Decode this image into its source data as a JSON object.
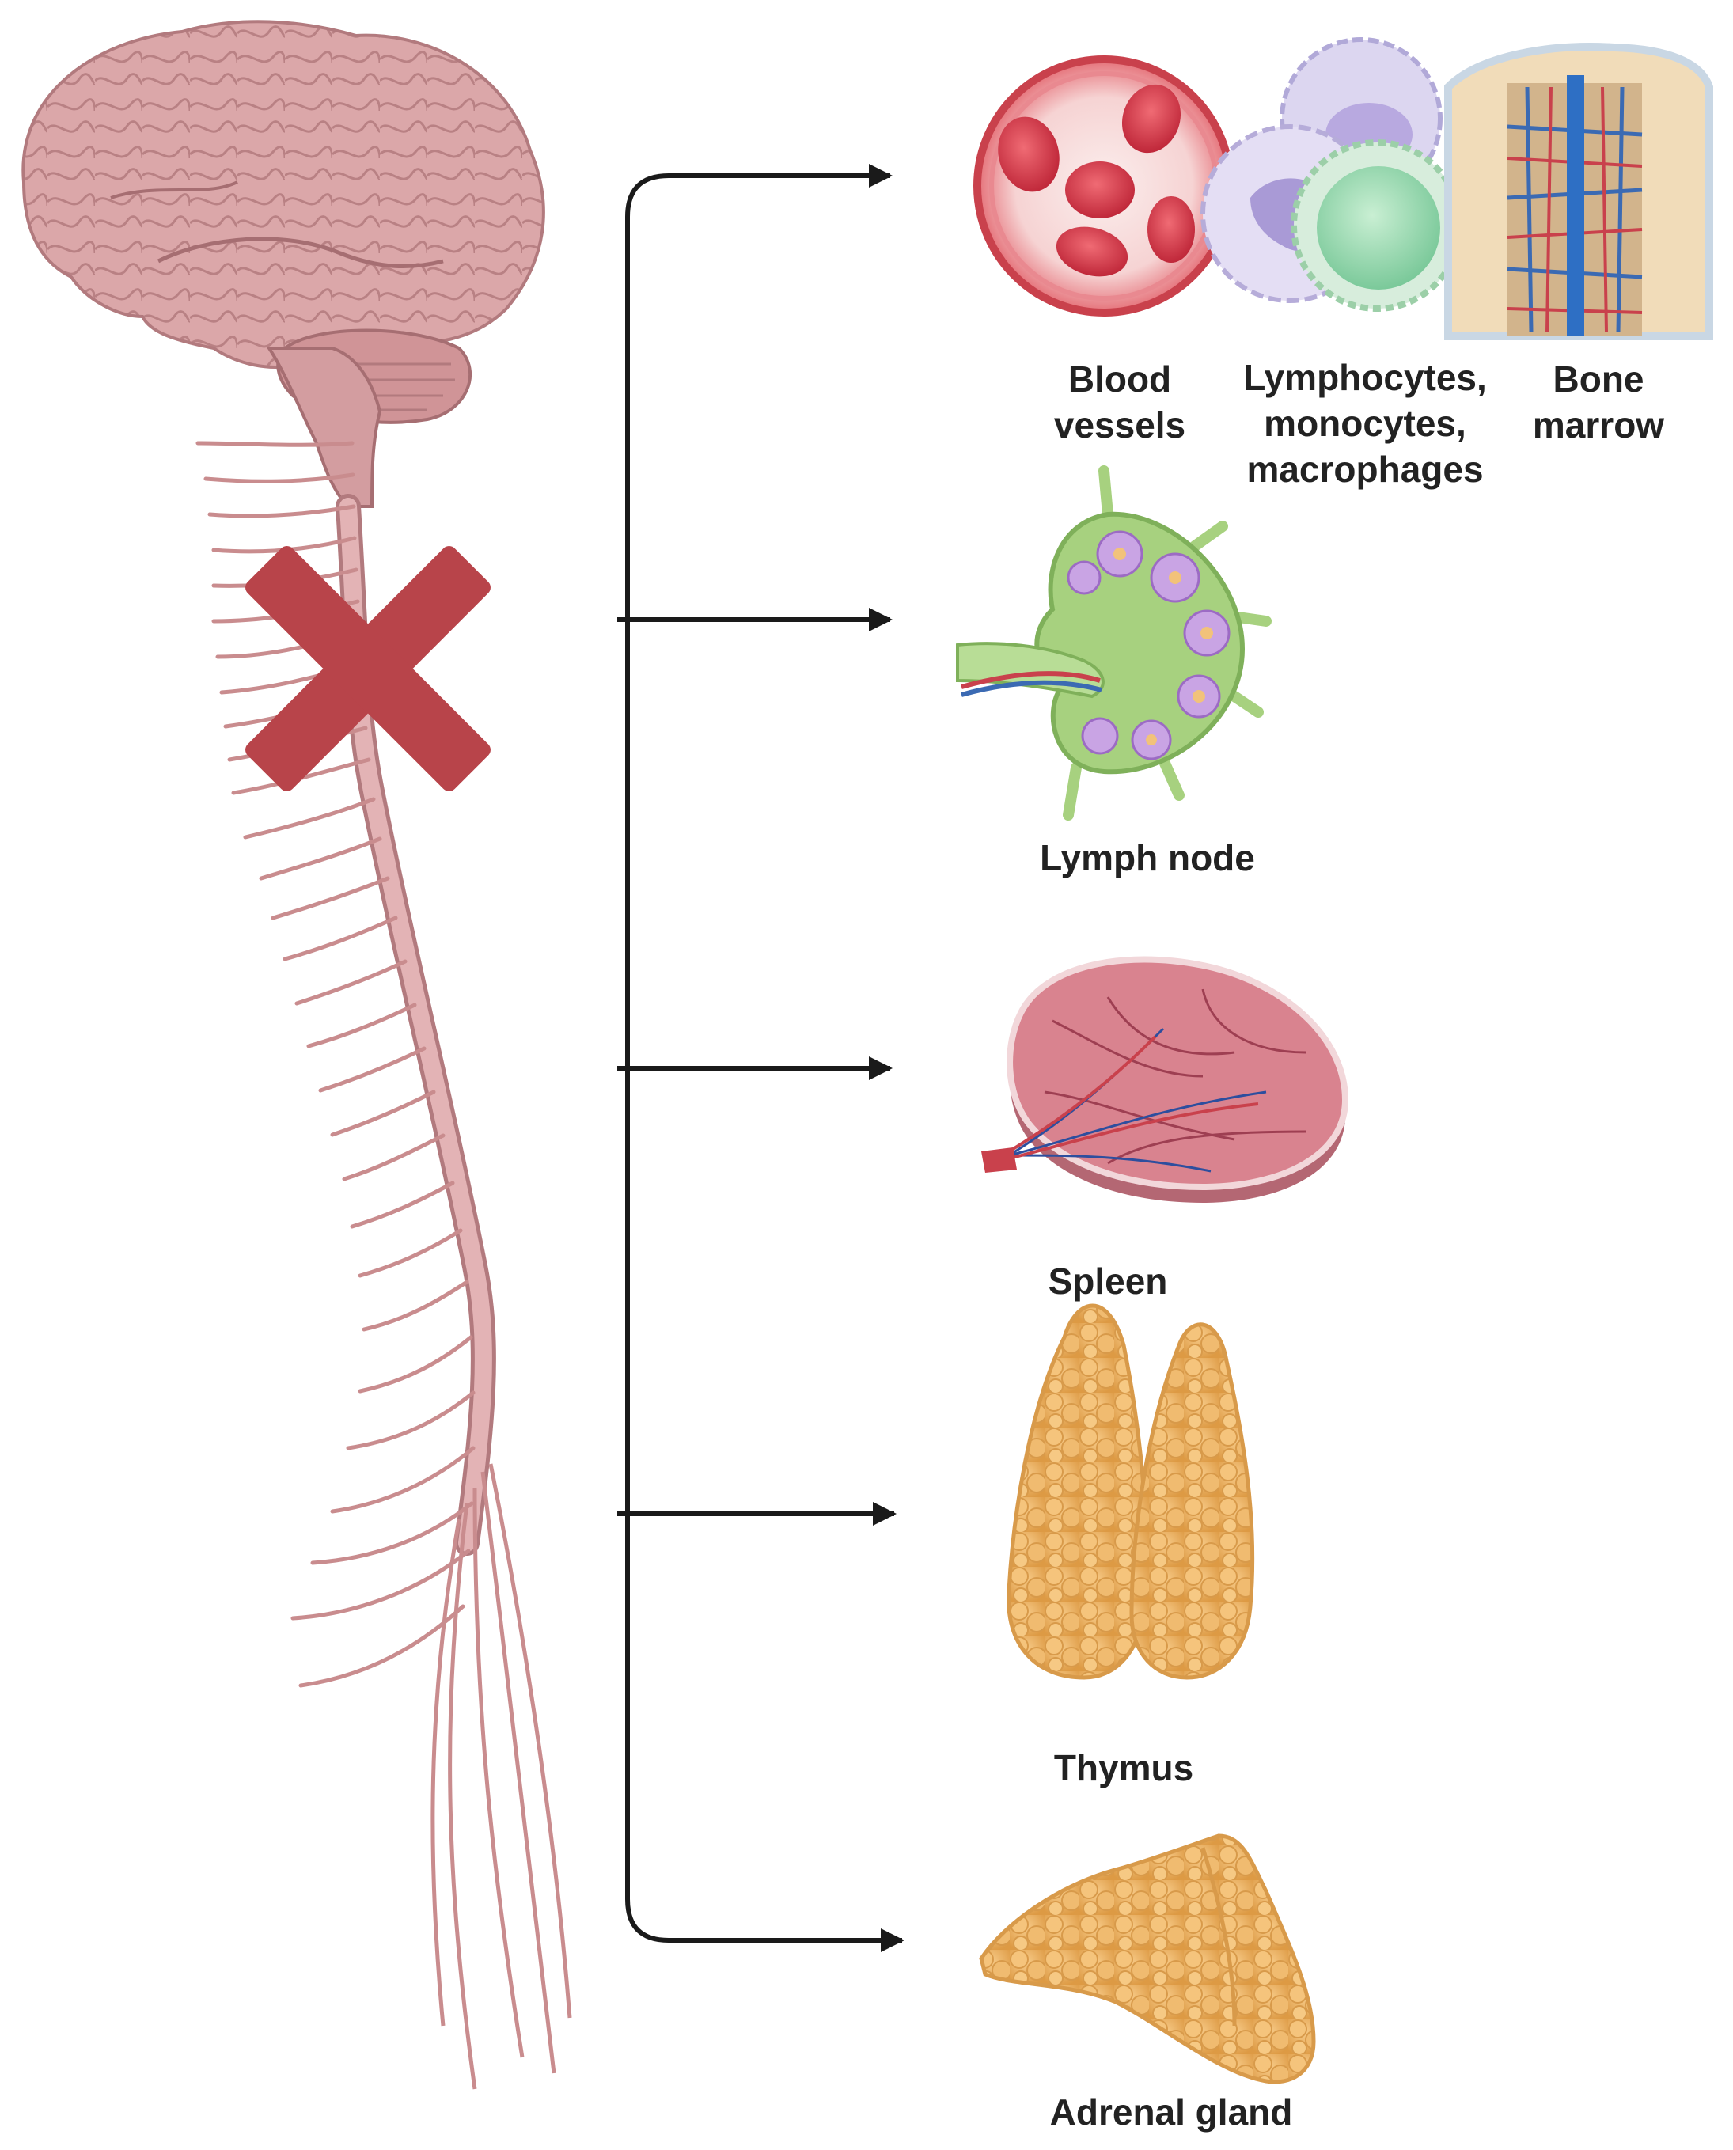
{
  "colors": {
    "brain": "#d9a3a5",
    "brain_dark": "#b87e82",
    "nerve": "#c98c8e",
    "cross": "#b8444a",
    "arrow": "#1a1a1a",
    "blood": "#e0525c",
    "lymph_green": "#a7d17f",
    "lymph_purple": "#b98ad6",
    "spleen": "#c8707e",
    "gland": "#efb35e"
  },
  "labels": {
    "blood_vessels": [
      "Blood",
      "vessels"
    ],
    "immune_cells": [
      "Lymphocytes,",
      "monocytes,",
      "macrophages"
    ],
    "bone_marrow": [
      "Bone",
      "marrow"
    ],
    "lymph_node": "Lymph node",
    "spleen": "Spleen",
    "thymus": "Thymus",
    "adrenal_gland": "Adrenal gland"
  },
  "icons": {
    "brain": "brain-icon",
    "spinal_cord": "spinal-cord-icon",
    "block": "cross-icon",
    "blood_vessel": "blood-vessel-icon",
    "immune_cells": "immune-cells-icon",
    "bone_marrow": "bone-marrow-icon",
    "lymph_node": "lymph-node-icon",
    "spleen": "spleen-icon",
    "thymus": "thymus-icon",
    "adrenal_gland": "adrenal-gland-icon"
  }
}
